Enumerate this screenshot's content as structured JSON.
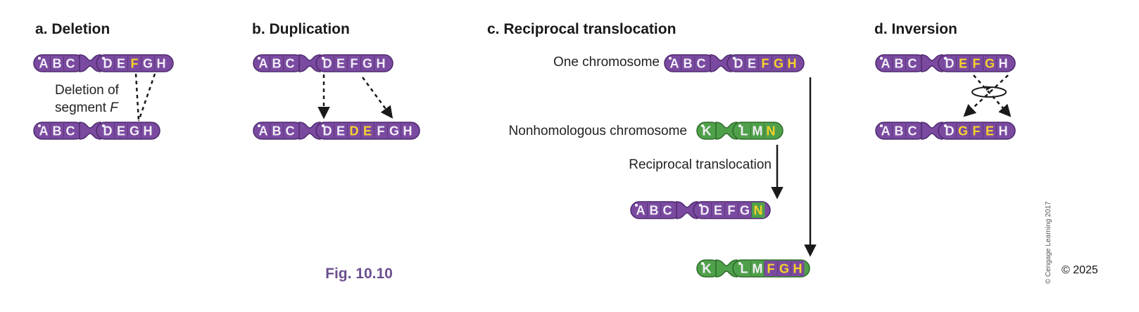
{
  "colors": {
    "purple": "#7a4aa0",
    "purple_dark": "#4e2a6e",
    "green": "#4fa04a",
    "green_dark": "#2e6b2b",
    "gene_text": "#f2eef7",
    "highlight": "#f6d22a"
  },
  "panels": {
    "deletion": {
      "title": "a.  Deletion",
      "label_line1": "Deletion of",
      "label_line2": "segment ",
      "label_italic": "F",
      "chr_top": "ABC|DEFGH",
      "chr_top_hl": "F",
      "chr_bottom": "ABC|DEGH"
    },
    "duplication": {
      "title": "b.  Duplication",
      "chr_top": "ABC|DEFGH",
      "chr_bottom": "ABC|DEDEFGH",
      "chr_bottom_hl": "DE at positions 5-6"
    },
    "translocation": {
      "title": "c.  Reciprocal translocation",
      "label_one": "One chromosome",
      "label_nonhom": "Nonhomologous chromosome",
      "label_recip": "Reciprocal translocation",
      "chr_one": "ABC|DEFGH",
      "chr_nonhom": "K|LMN",
      "chr_result1": "ABC|DEFGN",
      "chr_result2": "K|LMFGH"
    },
    "inversion": {
      "title": "d.  Inversion",
      "chr_top": "ABC|DEFGH",
      "chr_bottom": "ABC|DGFEH"
    }
  },
  "figure_label": "Fig. 10.10",
  "cengage_credit": "© Cengage Learning 2017",
  "copyright": "© 2025"
}
